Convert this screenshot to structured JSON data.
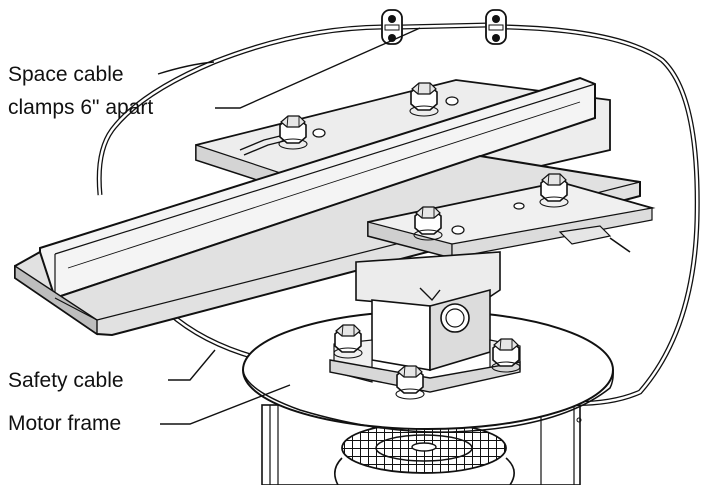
{
  "diagram": {
    "callouts": {
      "space_cable_clamps_line1": "Space cable",
      "space_cable_clamps_line2": "clamps 6\" apart",
      "safety_cable": "Safety cable",
      "motor_frame": "Motor frame"
    },
    "colors": {
      "ink": "#111111",
      "face_light": "#ededed",
      "face_mid": "#d4d4d4",
      "face_dark": "#a8a8a8",
      "background": "#ffffff"
    }
  }
}
